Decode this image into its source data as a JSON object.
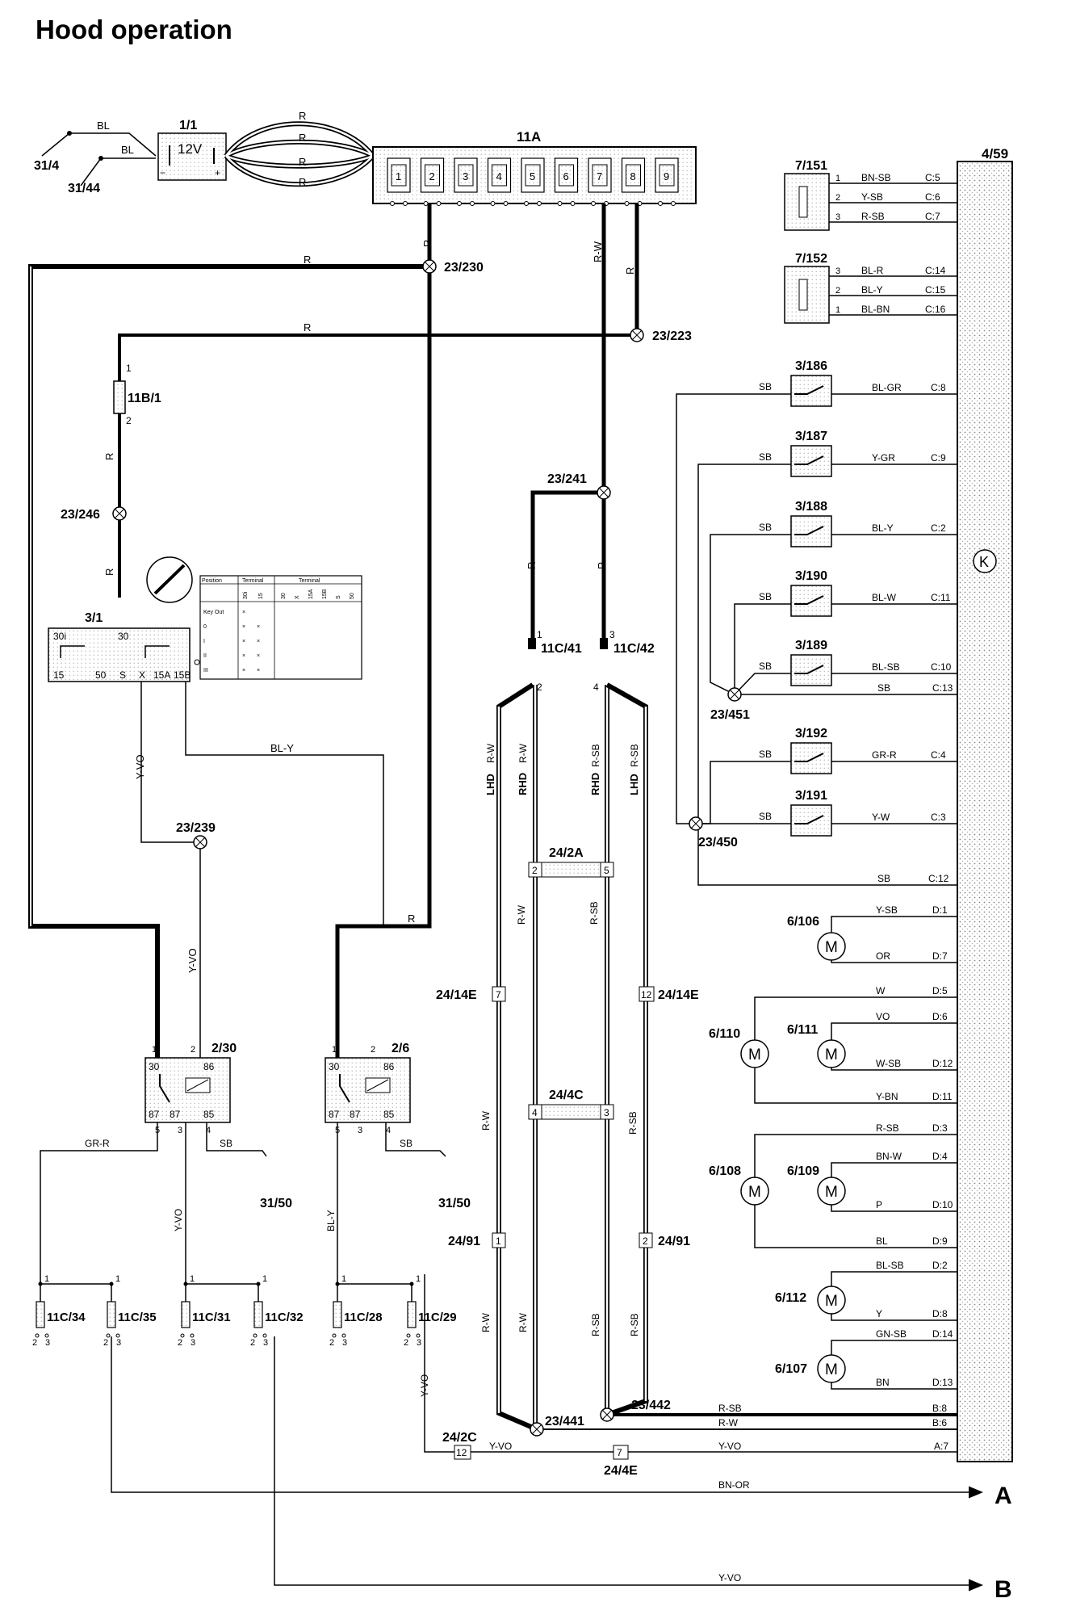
{
  "title": "Hood operation",
  "ecu": "4/59",
  "ecu_symbol": "K",
  "battery": {
    "id": "1/1",
    "voltage": "12V"
  },
  "fuse_box": {
    "id": "11A",
    "fuses": [
      "1",
      "2",
      "3",
      "4",
      "5",
      "6",
      "7",
      "8",
      "9"
    ]
  },
  "grounds": {
    "g1": "31/4",
    "g2": "31/44",
    "g3": "31/50",
    "g4": "31/50"
  },
  "splices": {
    "s230": "23/230",
    "s223": "23/223",
    "s246": "23/246",
    "s241": "23/241",
    "s239": "23/239",
    "s451": "23/451",
    "s450": "23/450",
    "s441": "23/441",
    "s442": "23/442"
  },
  "fuse_11b": "11B/1",
  "ignition": {
    "id": "3/1",
    "terminals": {
      "t30i": "30i",
      "t30": "30",
      "t15": "15",
      "t50": "50",
      "tS": "S",
      "tX": "X",
      "t15A": "15A",
      "t15B": "15B"
    },
    "table": {
      "h_position": "Position",
      "h_terminal1": "Terminal",
      "h_terminal2": "Terminal",
      "col_a": "30i",
      "col_b": "15",
      "cols_c": [
        "30",
        "X",
        "15A",
        "15B",
        "S",
        "50"
      ],
      "rows": [
        "Key Out",
        "0",
        "I",
        "II",
        "III"
      ]
    }
  },
  "relays": {
    "r1": {
      "id": "2/30",
      "p1": "1",
      "p2": "2",
      "p30": "30",
      "p86": "86",
      "p87": "87",
      "p87b": "87",
      "p85": "85",
      "p5": "5",
      "p3": "3",
      "p4": "4"
    },
    "r2": {
      "id": "2/6",
      "p1": "1",
      "p2": "2",
      "p30": "30",
      "p86": "86",
      "p87": "87",
      "p87b": "87",
      "p85": "85",
      "p5": "5",
      "p3": "3",
      "p4": "4"
    }
  },
  "connectors": {
    "c41": "11C/41",
    "c42": "11C/42",
    "c2a": "24/2A",
    "c2a_l": "2",
    "c2a_r": "5",
    "c4c": "24/4C",
    "c4c_l": "4",
    "c4c_r": "3",
    "c14e_l": "24/14E",
    "c14e_l_pin": "7",
    "c14e_r": "24/14E",
    "c14e_r_pin": "12",
    "c91_l": "24/91",
    "c91_l_pin": "1",
    "c91_r": "24/91",
    "c91_r_pin": "2",
    "c2c": "24/2C",
    "c2c_pin": "12",
    "c4e": "24/4E",
    "c4e_pin": "7"
  },
  "pins": {
    "p1": "1",
    "p2": "2",
    "p3": "3",
    "p4": "4"
  },
  "bottom_fuses": [
    "11C/34",
    "11C/35",
    "11C/31",
    "11C/32",
    "11C/28",
    "11C/29"
  ],
  "harness": {
    "lhd": "LHD",
    "rhd": "RHD"
  },
  "sensors": [
    {
      "id": "7/151",
      "wires": [
        "BN-SB",
        "Y-SB",
        "R-SB"
      ],
      "pins": [
        "1",
        "2",
        "3"
      ],
      "ecu_pins": [
        "C:5",
        "C:6",
        "C:7"
      ]
    },
    {
      "id": "7/152",
      "wires": [
        "BL-R",
        "BL-Y",
        "BL-BN"
      ],
      "pins": [
        "3",
        "2",
        "1"
      ],
      "ecu_pins": [
        "C:14",
        "C:15",
        "C:16"
      ]
    }
  ],
  "switches": [
    {
      "id": "3/186",
      "wire": "BL-GR",
      "ecu_pin": "C:8",
      "in": "SB"
    },
    {
      "id": "3/187",
      "wire": "Y-GR",
      "ecu_pin": "C:9",
      "in": "SB"
    },
    {
      "id": "3/188",
      "wire": "BL-Y",
      "ecu_pin": "C:2",
      "in": "SB"
    },
    {
      "id": "3/190",
      "wire": "BL-W",
      "ecu_pin": "C:11",
      "in": "SB"
    },
    {
      "id": "3/189",
      "wire": "BL-SB",
      "ecu_pin": "C:10",
      "in": "SB"
    },
    {
      "id": "3/192",
      "wire": "GR-R",
      "ecu_pin": "C:4",
      "in": "SB"
    },
    {
      "id": "3/191",
      "wire": "Y-W",
      "ecu_pin": "C:3",
      "in": "SB"
    }
  ],
  "sb_lines": {
    "c13": "SB",
    "c13_pin": "C:13",
    "c12": "SB",
    "c12_pin": "C:12"
  },
  "motors": [
    {
      "id": "6/106",
      "wires": [
        "Y-SB",
        "OR"
      ],
      "ecu_pins": [
        "D:1",
        "D:7"
      ]
    },
    {
      "id": "6/110",
      "wires": [
        "W",
        "Y-BN"
      ],
      "ecu_pins": [
        "D:5",
        "D:11"
      ]
    },
    {
      "id": "6/111",
      "wires": [
        "VO",
        "W-SB"
      ],
      "ecu_pins": [
        "D:6",
        "D:12"
      ]
    },
    {
      "id": "6/108",
      "wires": [
        "R-SB",
        "BL"
      ],
      "ecu_pins": [
        "D:3",
        "D:9"
      ]
    },
    {
      "id": "6/109",
      "wires": [
        "BN-W",
        "P"
      ],
      "ecu_pins": [
        "D:4",
        "D:10"
      ]
    },
    {
      "id": "6/112",
      "wires": [
        "BL-SB",
        "Y"
      ],
      "ecu_pins": [
        "D:2",
        "D:8"
      ]
    },
    {
      "id": "6/107",
      "wires": [
        "GN-SB",
        "BN"
      ],
      "ecu_pins": [
        "D:14",
        "D:13"
      ]
    }
  ],
  "motor_symbol": "M",
  "wires": {
    "bl": "BL",
    "r": "R",
    "rw": "R-W",
    "rsb": "R-SB",
    "yvo": "Y-VO",
    "bly": "BL-Y",
    "grr": "GR-R",
    "sb": "SB",
    "bnor": "BN-OR"
  },
  "ecu_b": {
    "p8": "B:8",
    "p6": "B:6",
    "a7": "A:7"
  },
  "outputs": {
    "a": "A",
    "b": "B"
  }
}
